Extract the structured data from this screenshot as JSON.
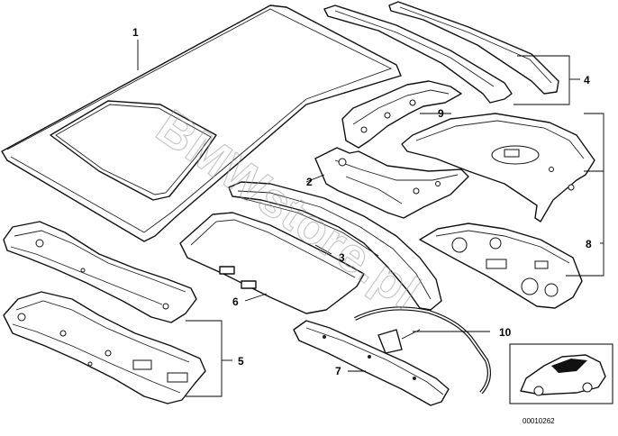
{
  "callouts": [
    {
      "id": "1",
      "label": "1"
    },
    {
      "id": "2",
      "label": "2"
    },
    {
      "id": "3",
      "label": "3"
    },
    {
      "id": "4",
      "label": "4"
    },
    {
      "id": "5",
      "label": "5"
    },
    {
      "id": "6",
      "label": "6"
    },
    {
      "id": "7",
      "label": "7"
    },
    {
      "id": "8",
      "label": "8"
    },
    {
      "id": "9",
      "label": "9"
    },
    {
      "id": "10",
      "label": "10"
    }
  ],
  "watermark": "BMWstore.pl",
  "diagram_number": "00010262"
}
